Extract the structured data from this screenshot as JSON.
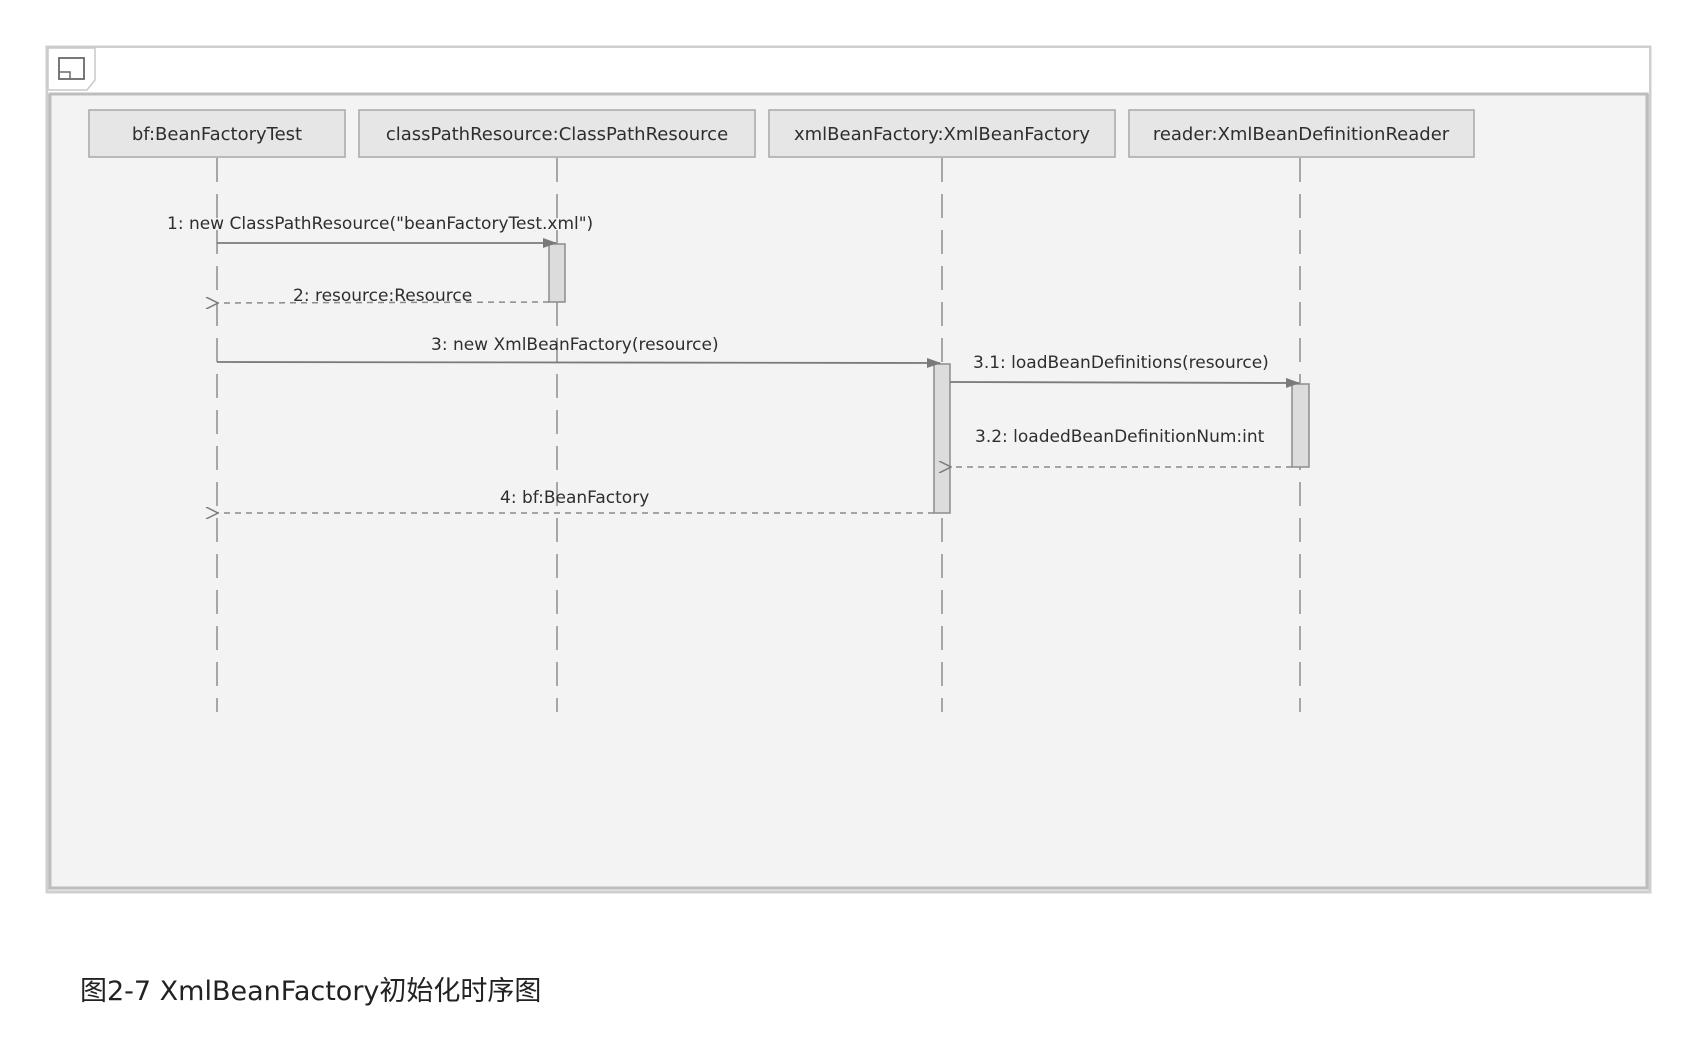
{
  "diagram": {
    "type": "sequence",
    "lifelines": [
      {
        "id": "bf",
        "label": "bf:BeanFactoryTest"
      },
      {
        "id": "cpr",
        "label": "classPathResource:ClassPathResource"
      },
      {
        "id": "xbf",
        "label": "xmlBeanFactory:XmlBeanFactory"
      },
      {
        "id": "rdr",
        "label": "reader:XmlBeanDefinitionReader"
      }
    ],
    "messages": [
      {
        "label": "1: new ClassPathResource(\"beanFactoryTest.xml\")",
        "from": "bf",
        "to": "cpr",
        "kind": "call"
      },
      {
        "label": "2: resource:Resource",
        "from": "cpr",
        "to": "bf",
        "kind": "return"
      },
      {
        "label": "3: new XmlBeanFactory(resource)",
        "from": "bf",
        "to": "xbf",
        "kind": "call"
      },
      {
        "label": "3.1: loadBeanDefinitions(resource)",
        "from": "xbf",
        "to": "rdr",
        "kind": "call"
      },
      {
        "label": "3.2: loadedBeanDefinitionNum:int",
        "from": "rdr",
        "to": "xbf",
        "kind": "return"
      },
      {
        "label": "4: bf:BeanFactory",
        "from": "xbf",
        "to": "bf",
        "kind": "return"
      }
    ],
    "frame_icon": "diagram-frame-icon",
    "colors": {
      "frame_fill": "#f2f2f2",
      "frame_border": "#c8c8c8",
      "head_fill": "#e6e6e6",
      "line": "#8a8a8a",
      "text": "#2e2e2e"
    }
  },
  "caption": "图2-7 XmlBeanFactory初始化时序图"
}
